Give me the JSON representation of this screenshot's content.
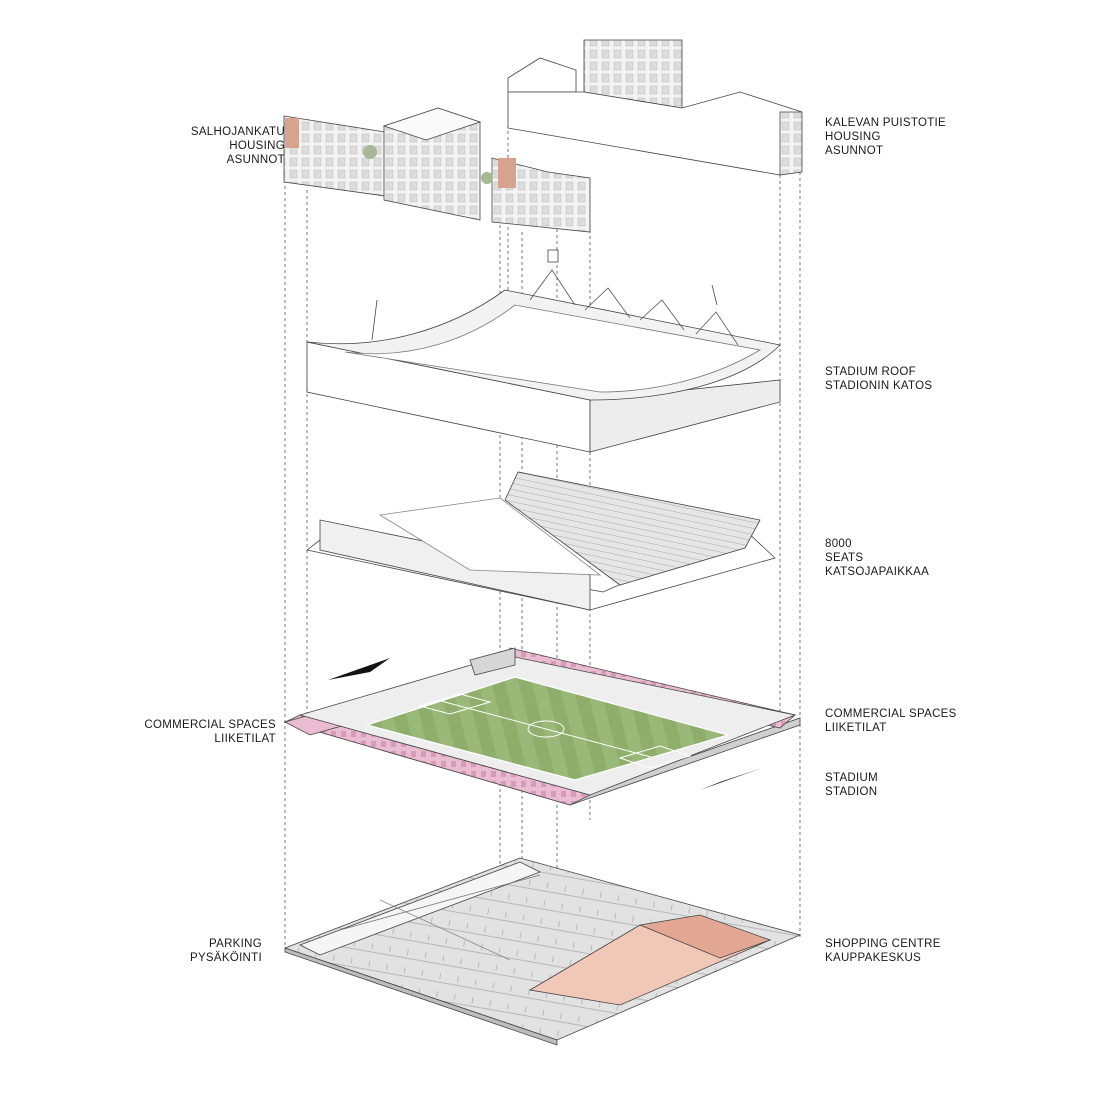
{
  "labels": {
    "salhojankatu": [
      "SALHOJANKATU",
      "HOUSING",
      "ASUNNOT"
    ],
    "kalevan": [
      "KALEVAN PUISTOTIE",
      "HOUSING",
      "ASUNNOT"
    ],
    "stadium_roof": [
      "STADIUM ROOF",
      "STADIONIN KATOS"
    ],
    "seats": [
      "8000",
      "SEATS",
      "KATSOJAPAIKKAA"
    ],
    "commercial_left": [
      "COMMERCIAL SPACES",
      "LIIKETILAT"
    ],
    "commercial_right": [
      "COMMERCIAL SPACES",
      "LIIKETILAT"
    ],
    "stadium": [
      "STADIUM",
      "STADION"
    ],
    "parking": [
      "PARKING",
      "PYSÄKÖINTI"
    ],
    "shopping": [
      "SHOPPING CENTRE",
      "KAUPPAKESKUS"
    ]
  },
  "colors": {
    "commercial": "#e9bcd2",
    "shopping": "#f1c7b8",
    "pitch": "#8fad6b",
    "building": "#f7f7f7",
    "shade": "#d9d9d9",
    "line": "#333333"
  }
}
